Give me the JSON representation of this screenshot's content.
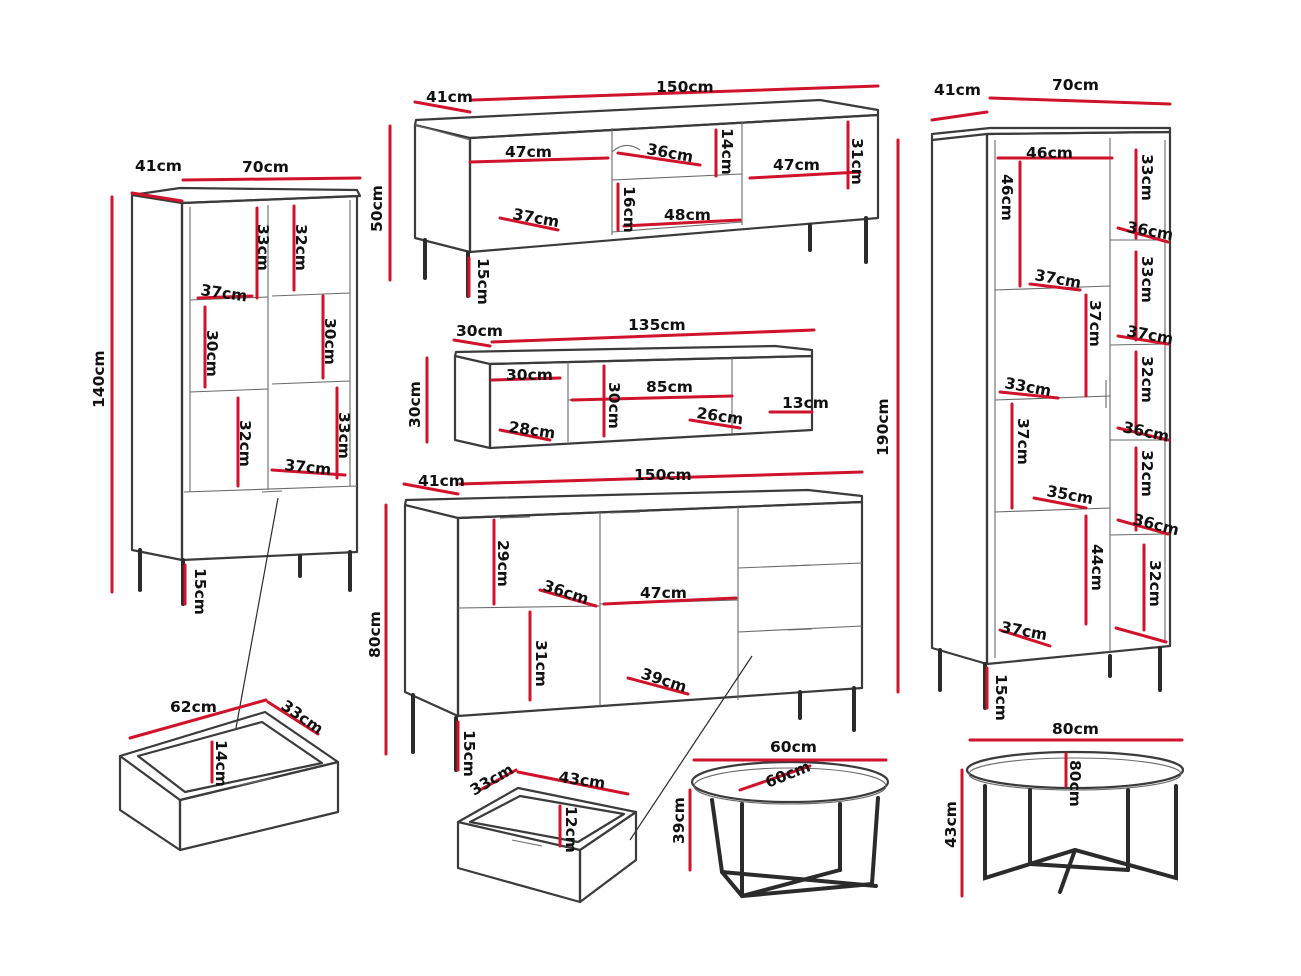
{
  "palette": {
    "dimension_line": "#d0122a",
    "outline": "#3b3b3b",
    "leg": "#2b2b2b",
    "text": "#111111"
  },
  "labels": {
    "d_41cm": "41cm",
    "d_70cm": "70cm",
    "d_140cm": "140cm",
    "d_33cm": "33cm",
    "d_32cm": "32cm",
    "d_37cm": "37cm",
    "d_30cm": "30cm",
    "d_15cm": "15cm",
    "d_62cm": "62cm",
    "d_14cm": "14cm",
    "d_150cm": "150cm",
    "d_50cm": "50cm",
    "d_47cm": "47cm",
    "d_36cm": "36cm",
    "d_31cm": "31cm",
    "d_16cm": "16cm",
    "d_48cm": "48cm",
    "d_135cm": "135cm",
    "d_85cm": "85cm",
    "d_13cm": "13cm",
    "d_28cm": "28cm",
    "d_26cm": "26cm",
    "d_80cm": "80cm",
    "d_29cm": "29cm",
    "d_39cm": "39cm",
    "d_43cm": "43cm",
    "d_12cm": "12cm",
    "d_60cm": "60cm",
    "d_46cm": "46cm",
    "d_190cm": "190cm",
    "d_35cm": "35cm",
    "d_44cm": "44cm"
  }
}
